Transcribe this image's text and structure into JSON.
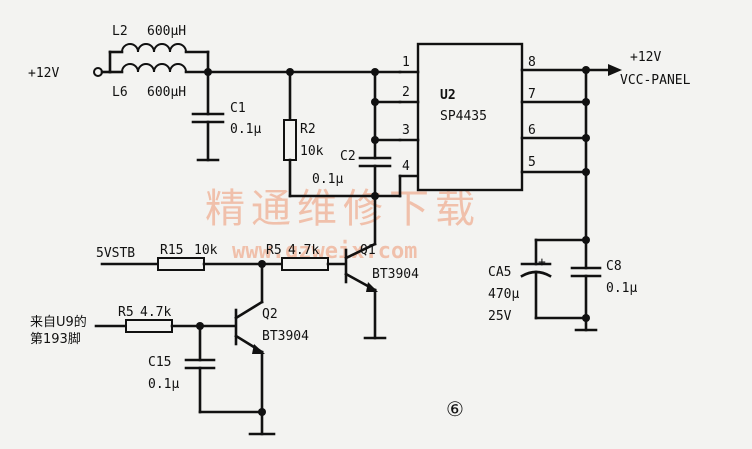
{
  "supply": {
    "input": "+12V",
    "output": "+12V",
    "output_net": "VCC-PANEL",
    "standby": "5VSTB"
  },
  "control_input": {
    "line1": "来自U9的",
    "line2": "第193脚"
  },
  "components": {
    "L2": {
      "ref": "L2",
      "value": "600μH"
    },
    "L6": {
      "ref": "L6",
      "value": "600μH"
    },
    "C1": {
      "ref": "C1",
      "value": "0.1μ"
    },
    "R2": {
      "ref": "R2",
      "value": "10k"
    },
    "C2": {
      "ref": "C2",
      "value": "0.1μ"
    },
    "U2": {
      "ref": "U2",
      "part": "SP4435",
      "pins_left": [
        "1",
        "2",
        "3",
        "4"
      ],
      "pins_right": [
        "8",
        "7",
        "6",
        "5"
      ]
    },
    "R15": {
      "ref": "R15",
      "value": "10k"
    },
    "R5a": {
      "ref": "R5",
      "value": "4.7k"
    },
    "Q1": {
      "ref": "Q1",
      "part": "BT3904"
    },
    "R5b": {
      "ref": "R5",
      "value": "4.7k"
    },
    "Q2": {
      "ref": "Q2",
      "part": "BT3904"
    },
    "C15": {
      "ref": "C15",
      "value": "0.1μ"
    },
    "CA5": {
      "ref": "CA5",
      "value": "470μ",
      "voltage": "25V",
      "plus": "+"
    },
    "C8": {
      "ref": "C8",
      "value": "0.1μ"
    }
  },
  "figure_number": "⑥",
  "watermark": {
    "text": "精通维修下载",
    "url": "www.gzweix.com"
  }
}
